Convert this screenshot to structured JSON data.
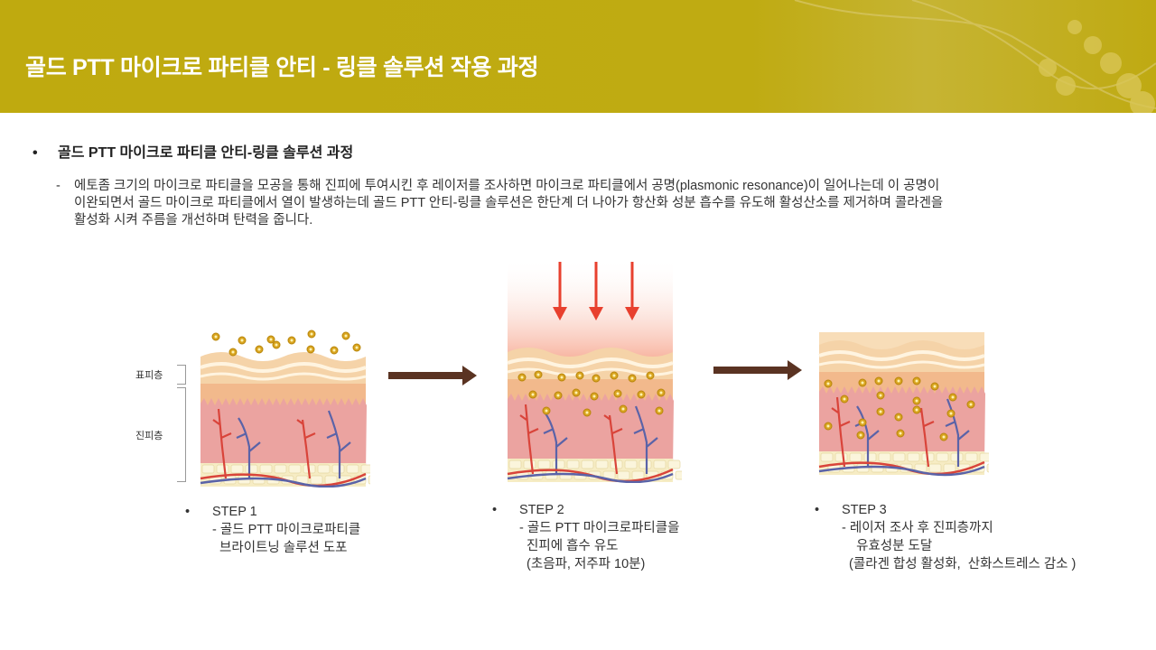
{
  "header": {
    "title": "골드 PTT 마이크로 파티클 안티 - 링클 솔루션 작용 과정"
  },
  "section": {
    "bullet": "•",
    "title": "골드 PTT 마이크로 파티클 안티-링클 솔루션 과정",
    "dash": "-",
    "description": [
      "에토좀 크기의 마이크로 파티클을 모공을 통해 진피에 투여시킨 후 레이저를 조사하면 마이크로 파티클에서 공명(plasmonic resonance)이 일어나는데 이 공명이",
      "이완되면서 골드 마이크로 파티클에서 열이 발생하는데 골드 PTT 안티-링클 솔루션은 한단계 더 나아가 항산화 성분 흡수를 유도해 활성산소를 제거하며 콜라겐을",
      "활성화 시켜 주름을 개선하며 탄력을 줍니다."
    ]
  },
  "diagram": {
    "labels": {
      "epidermis": "표피층",
      "dermis": "진피층"
    }
  },
  "steps": [
    {
      "bullet": "•",
      "title": "STEP 1",
      "lines": [
        "- 골드 PTT 마이크로파티클",
        "  브라이트닝 솔루션 도포"
      ]
    },
    {
      "bullet": "•",
      "title": "STEP 2",
      "lines": [
        "- 골드 PTT 마이크로파티클을",
        "  진피에 흡수 유도",
        "  (초음파, 저주파 10분)"
      ]
    },
    {
      "bullet": "•",
      "title": "STEP 3",
      "lines": [
        "- 레이저 조사 후 진피층까지",
        "    유효성분 도달",
        "  (콜라겐 합성 활성화,  산화스트레스 감소 )"
      ]
    }
  ],
  "colors": {
    "header": "#bfaa0f",
    "arrow": "#5a3322",
    "particle": "#d9a520",
    "artery": "#d9443a",
    "vein": "#5a63a8",
    "laser": "#e8402e"
  }
}
